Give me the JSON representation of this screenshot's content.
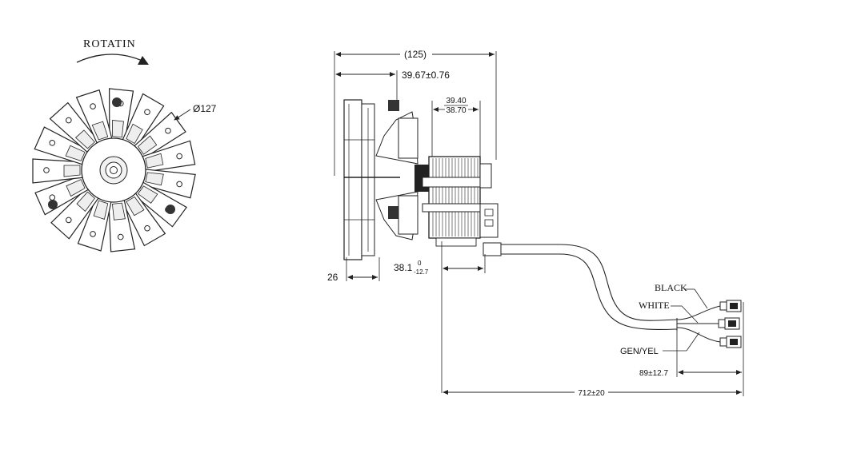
{
  "labels": {
    "rotation": "ROTATIN",
    "diameter": "Ø127",
    "overall_length": "(125)",
    "hub_offset": "39.67±0.76",
    "stack_upper": "39.40",
    "stack_lower": "38.70",
    "blade_depth": "26",
    "cable_offset_main": "38.1",
    "cable_offset_sup": "0",
    "cable_offset_sub": "-12.7",
    "wire_black": "BLACK",
    "wire_white": "WHITE",
    "wire_ground": "GEN/YEL",
    "lead_strip": "89±12.7",
    "cable_length": "712±20"
  },
  "colors": {
    "line": "#222222",
    "background": "#ffffff"
  }
}
